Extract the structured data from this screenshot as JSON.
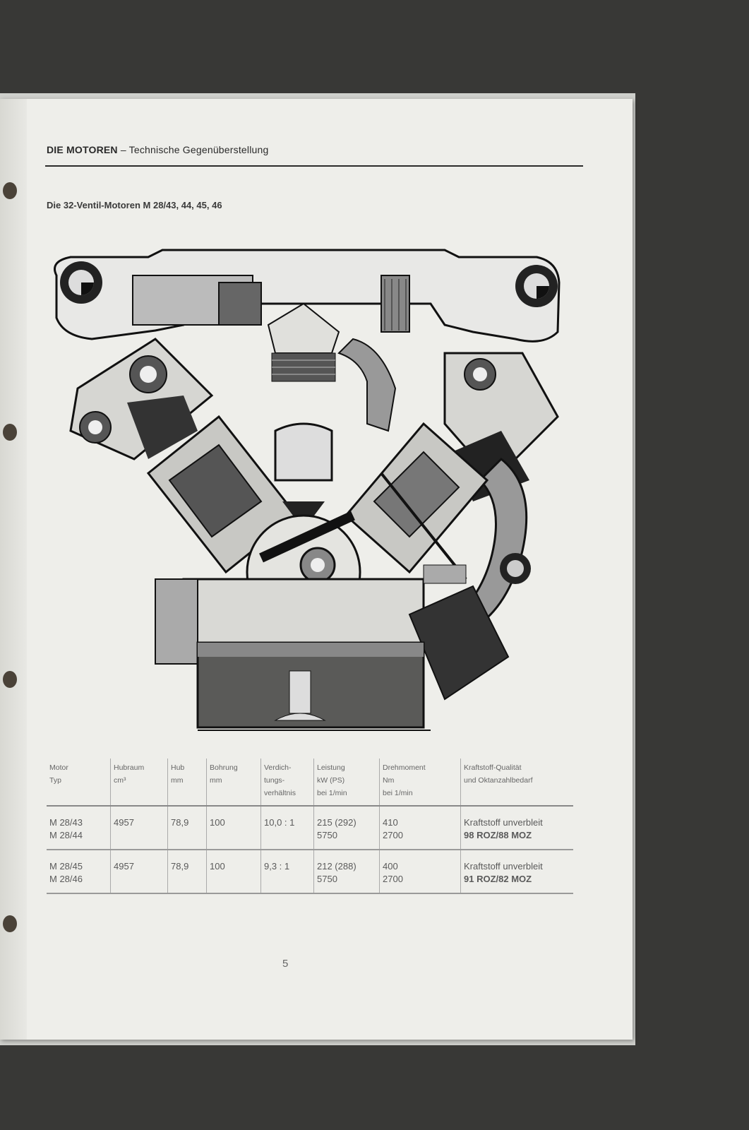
{
  "header": {
    "section": "DIE MOTOREN",
    "dash": " – ",
    "title": "Technische Gegenüberstellung"
  },
  "subtitle": "Die 32-Ventil-Motoren M 28/43, 44, 45, 46",
  "diagram": {
    "icon": "engine-cross-section-illustration"
  },
  "table": {
    "headers": [
      [
        "Motor",
        "Typ"
      ],
      [
        "Hubraum",
        "cm³"
      ],
      [
        "Hub",
        "mm"
      ],
      [
        "Bohrung",
        "mm"
      ],
      [
        "Verdich-",
        "tungs-",
        "verhältnis"
      ],
      [
        "Leistung",
        "kW (PS)",
        "bei 1/min"
      ],
      [
        "Drehmoment",
        "Nm",
        "bei 1/min"
      ],
      [
        "Kraftstoff-Qualität",
        "und Oktanzahlbedarf"
      ]
    ],
    "rows": [
      {
        "motor": [
          "M 28/43",
          "M 28/44"
        ],
        "hubraum": "4957",
        "hub": "78,9",
        "bohrung": "100",
        "verdichtung": "10,0 : 1",
        "leistung": [
          "215 (292)",
          "5750"
        ],
        "drehmoment": [
          "410",
          "2700"
        ],
        "kraftstoff": [
          "Kraftstoff unverbleit",
          "98 ROZ/88 MOZ"
        ]
      },
      {
        "motor": [
          "M 28/45",
          "M 28/46"
        ],
        "hubraum": "4957",
        "hub": "78,9",
        "bohrung": "100",
        "verdichtung": "9,3 : 1",
        "leistung": [
          "212 (288)",
          "5750"
        ],
        "drehmoment": [
          "400",
          "2700"
        ],
        "kraftstoff": [
          "Kraftstoff unverbleit",
          "91 ROZ/82 MOZ"
        ]
      }
    ]
  },
  "page_number": "5"
}
